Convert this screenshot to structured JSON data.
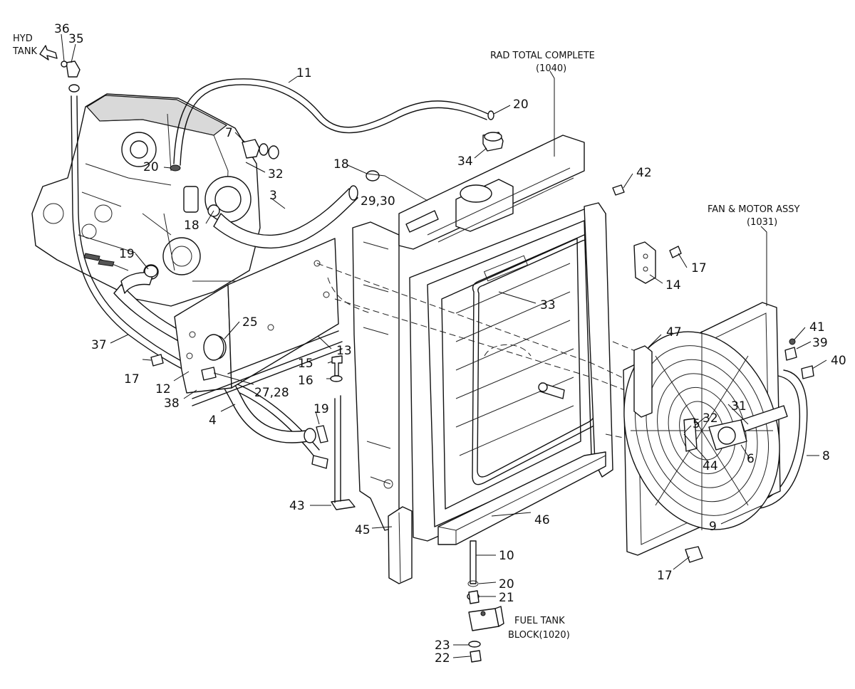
{
  "callouts": [
    {
      "id": "c36",
      "text": "36"
    },
    {
      "id": "c35",
      "text": "35"
    },
    {
      "id": "c11",
      "text": "11"
    },
    {
      "id": "c20a",
      "text": "20"
    },
    {
      "id": "c7",
      "text": "7"
    },
    {
      "id": "c20b",
      "text": "20"
    },
    {
      "id": "c32a",
      "text": "32"
    },
    {
      "id": "c34",
      "text": "34"
    },
    {
      "id": "c18a",
      "text": "18"
    },
    {
      "id": "c2930",
      "text": "29,30"
    },
    {
      "id": "c42",
      "text": "42"
    },
    {
      "id": "c3",
      "text": "3"
    },
    {
      "id": "c18b",
      "text": "18"
    },
    {
      "id": "c19a",
      "text": "19"
    },
    {
      "id": "c17a",
      "text": "17"
    },
    {
      "id": "c14",
      "text": "14"
    },
    {
      "id": "c33",
      "text": "33"
    },
    {
      "id": "c25",
      "text": "25"
    },
    {
      "id": "c37",
      "text": "37"
    },
    {
      "id": "c13",
      "text": "13"
    },
    {
      "id": "c47",
      "text": "47"
    },
    {
      "id": "c41",
      "text": "41"
    },
    {
      "id": "c39",
      "text": "39"
    },
    {
      "id": "c15",
      "text": "15"
    },
    {
      "id": "c17b",
      "text": "17"
    },
    {
      "id": "c40",
      "text": "40"
    },
    {
      "id": "c16",
      "text": "16"
    },
    {
      "id": "c12",
      "text": "12"
    },
    {
      "id": "c2728",
      "text": "27,28"
    },
    {
      "id": "c38",
      "text": "38"
    },
    {
      "id": "c31",
      "text": "31"
    },
    {
      "id": "c32b",
      "text": "32"
    },
    {
      "id": "c5",
      "text": "5"
    },
    {
      "id": "c19b",
      "text": "19"
    },
    {
      "id": "c4",
      "text": "4"
    },
    {
      "id": "c8",
      "text": "8"
    },
    {
      "id": "c6",
      "text": "6"
    },
    {
      "id": "c44",
      "text": "44"
    },
    {
      "id": "c43",
      "text": "43"
    },
    {
      "id": "c46",
      "text": "46"
    },
    {
      "id": "c9",
      "text": "9"
    },
    {
      "id": "c45",
      "text": "45"
    },
    {
      "id": "c10",
      "text": "10"
    },
    {
      "id": "c17c",
      "text": "17"
    },
    {
      "id": "c20c",
      "text": "20"
    },
    {
      "id": "c21",
      "text": "21"
    },
    {
      "id": "c23",
      "text": "23"
    },
    {
      "id": "c22",
      "text": "22"
    }
  ],
  "captions": {
    "hyd_line1": "HYD",
    "hyd_line2": "TANK",
    "rad_line1": "RAD TOTAL COMPLETE",
    "rad_line2": "(1040)",
    "fan_line1": "FAN & MOTOR ASSY",
    "fan_line2": "(1031)",
    "fuel_line1": "FUEL TANK",
    "fuel_line2": "BLOCK(1020)"
  }
}
